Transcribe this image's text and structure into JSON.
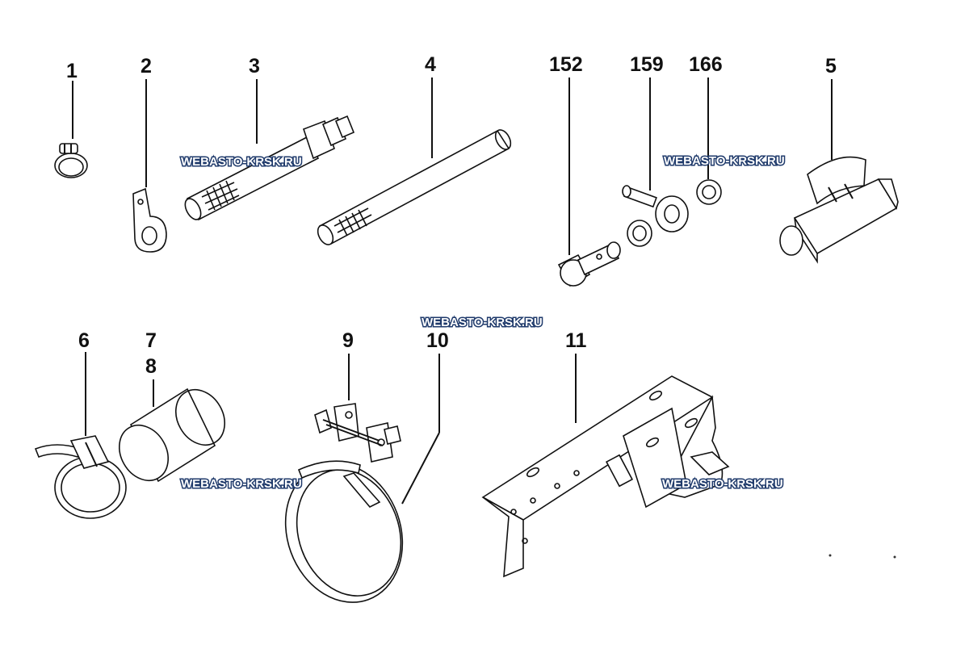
{
  "labels": {
    "n1": "1",
    "n2": "2",
    "n3": "3",
    "n4": "4",
    "n152": "152",
    "n159": "159",
    "n166": "166",
    "n5": "5",
    "n6": "6",
    "n7": "7",
    "n8": "8",
    "n9": "9",
    "n10": "10",
    "n11": "11"
  },
  "watermarks": {
    "wm1": "WEBASTO-KRSK.RU",
    "wm2": "WEBASTO-KRSK.RU",
    "wm3": "WEBASTO-KRSK.RU",
    "wm4": "WEBASTO-KRSK.RU",
    "wm5": "WEBASTO-KRSK.RU"
  }
}
